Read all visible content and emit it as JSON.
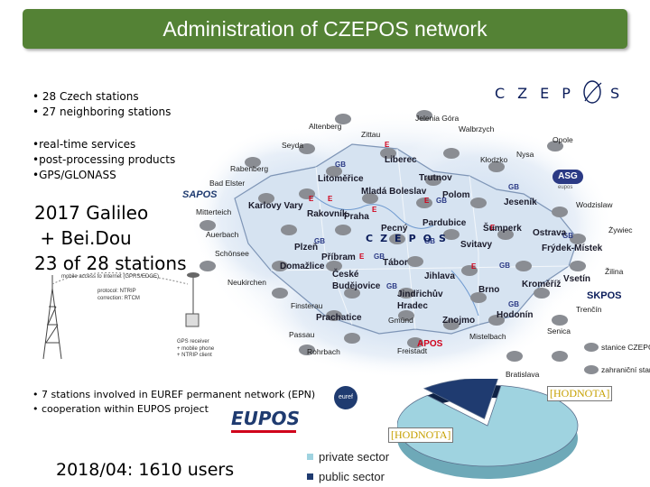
{
  "header": {
    "title": "Administration of CZEPOS network"
  },
  "stations": {
    "line1": "• 28 Czech stations",
    "line2": "• 27 neighboring stations"
  },
  "services": {
    "line1": "•real-time services",
    "line2": "•post-processing products",
    "line3": "•GPS/GLONASS"
  },
  "galileo": {
    "line1": "2017 Galileo",
    "line2": " + Bei.Dou",
    "line3": "23 of 28 stations"
  },
  "epn": {
    "line1": "• 7 stations involved in EUREF permanent network (EPN)",
    "line2": "• cooperation within EUPOS project"
  },
  "users": "2018/04:  1610 users",
  "logos": {
    "czepos": "CZEPOS",
    "czepos_map": "CZEPOS",
    "sapos": "SAPOS",
    "asg": "ASG",
    "asg_sub": "eupos",
    "skpos": "SKPOS",
    "apos": "APOS",
    "eupos": "EUPOS",
    "euref": "euref"
  },
  "antenna": {
    "caption": "mobile access to Internet (GPRS/EDGE)",
    "protocol": "protocol: NTRIP",
    "correction": "correction: RTCM",
    "receiver": "GPS receiver",
    "phone": "+ mobile phone",
    "client": "+ NTRIP client"
  },
  "map": {
    "places": [
      "Altenberg",
      "Zittau",
      "Jelenia Góra",
      "Walbrzych",
      "Opole",
      "Seyda",
      "Liberec",
      "Kłodzko",
      "Nysa",
      "Rabenberg",
      "Bad Elster",
      "Litoměřice",
      "Trutnov",
      "Mladá Boleslav",
      "Polom",
      "Jeseník",
      "Wodzislaw",
      "Mitterteich",
      "Karlovy Vary",
      "Rakovník",
      "Praha",
      "Pecný",
      "Pardubice",
      "Šumperk",
      "Ostrava",
      "Żywiec",
      "Auerbach",
      "Schönsee",
      "Plzeň",
      "Příbram",
      "Tábor",
      "Svitavy",
      "Frýdek-Místek",
      "Žilina",
      "Domažlice",
      "Jihlava",
      "Neukirchen",
      "České Budějovice",
      "Jindřichův Hradec",
      "Brno",
      "Kroměříž",
      "Vsetín",
      "Finsterau",
      "Prachatice",
      "Gmünd",
      "Znojmo",
      "Hodonín",
      "Trenčín",
      "Passau",
      "Mistelbach",
      "Senica",
      "Rohrbach",
      "Freistadt",
      "Bratislava"
    ],
    "bold_places": [
      "Liberec",
      "Litoměřice",
      "Trutnov",
      "Mladá Boleslav",
      "Karlovy Vary",
      "Rakovník",
      "Praha",
      "Pecný",
      "Pardubice",
      "Šumperk",
      "Ostrava",
      "Svitavy",
      "Frýdek-Místek",
      "Jeseník",
      "Polom",
      "Plzeň",
      "Příbram",
      "Tábor",
      "Domažlice",
      "Jihlava",
      "České Budějovice",
      "Jindřichův Hradec",
      "Brno",
      "Kroměříž",
      "Vsetín",
      "Prachatice",
      "Znojmo",
      "Hodonín"
    ],
    "legend": {
      "czepos": "stanice CZEPOS",
      "foreign": "zahraniční stanice"
    },
    "marker_e": "E",
    "marker_gb": "GB"
  },
  "chart_data": {
    "type": "pie",
    "categories": [
      "private sector",
      "public sector"
    ],
    "values": [
      0.86,
      0.14
    ],
    "data_labels": [
      "[HODNOTA]",
      "[HODNOTA]"
    ],
    "colors": {
      "private": "#9fd3e0",
      "public": "#1f3b70"
    },
    "legend_position": "bottom-left",
    "title": ""
  }
}
